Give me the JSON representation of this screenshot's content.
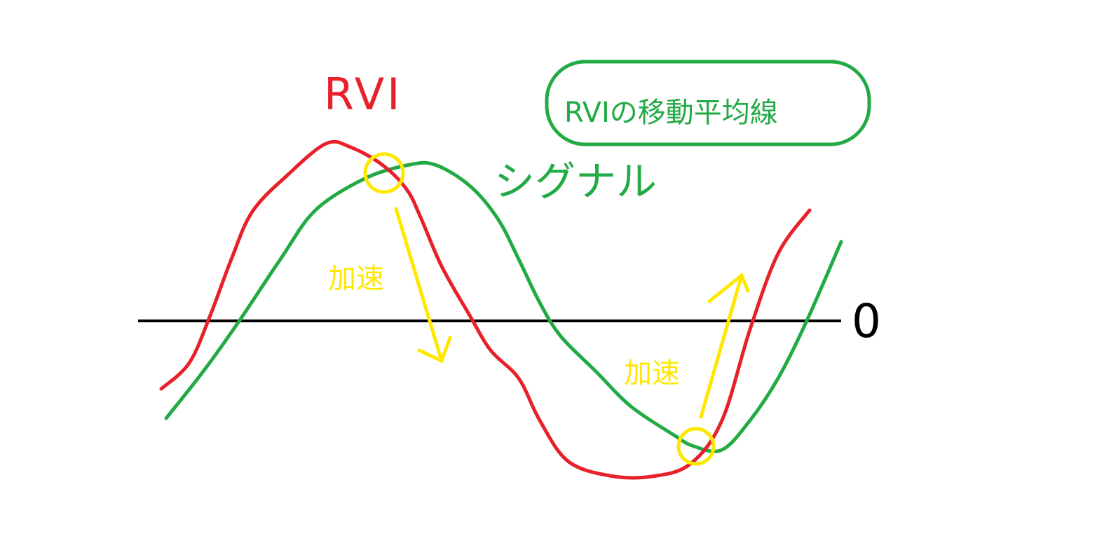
{
  "labels": {
    "rvi": "RVI",
    "moving_average": "RVIの移動平均線",
    "signal": "シグナル",
    "acceleration_top": "加速",
    "acceleration_bottom": "加速",
    "zero": "0"
  },
  "colors": {
    "rvi": "#e8202a",
    "signal": "#22aa44",
    "highlight": "#ffe800",
    "zero_line": "#000000"
  }
}
